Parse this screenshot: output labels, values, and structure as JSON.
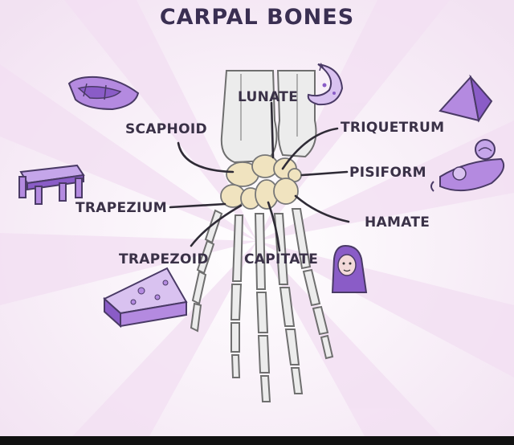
{
  "title": "CARPAL BONES",
  "labels": {
    "lunate": "LUNATE",
    "scaphoid": "SCAPHOID",
    "triquetrum": "TRIQUETRUM",
    "pisiform": "PISIFORM",
    "trapezium": "TRAPEZIUM",
    "hamate": "HAMATE",
    "trapezoid": "TRAPEZOID",
    "capitate": "CAPITATE"
  },
  "colors": {
    "background": "#f7eef7",
    "title": "#3a2f52",
    "label": "#3a3147",
    "bone": "#ececec",
    "carpal": "#f0e3bf",
    "object_purple": "#b48ae0",
    "object_dark_purple": "#8a5cc7"
  },
  "icons": [
    "boat-icon",
    "moon-icon",
    "pyramid-icon",
    "table-icon",
    "pea-pod-icon",
    "cheese-icon",
    "hooded-figure-icon"
  ]
}
